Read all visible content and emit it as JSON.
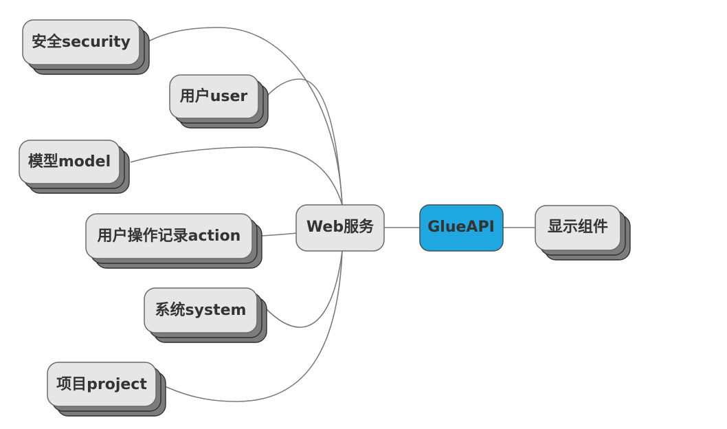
{
  "diagram": {
    "root": {
      "label": "GlueAPI",
      "color": "#1ea7e0"
    },
    "hub": {
      "label": "Web服务"
    },
    "right_child": {
      "label": "显示组件"
    },
    "branches": [
      {
        "label": "安全security"
      },
      {
        "label": "用户user"
      },
      {
        "label": "模型model"
      },
      {
        "label": "用户操作记录action"
      },
      {
        "label": "系统system"
      },
      {
        "label": "项目project"
      }
    ],
    "colors": {
      "node_fill": "#e6e6e6",
      "shadow_fill": "#7c7c7c",
      "connector": "#7a7a7a",
      "text": "#333333"
    }
  }
}
